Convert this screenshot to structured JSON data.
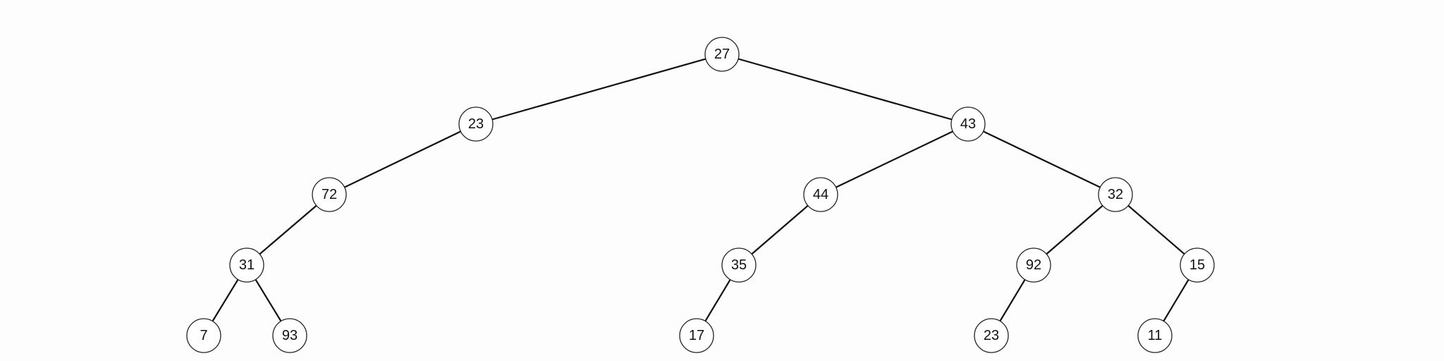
{
  "tree": {
    "value": "27",
    "children": [
      {
        "value": "23",
        "children": [
          {
            "value": "72",
            "children": [
              {
                "value": "31",
                "children": [
                  {
                    "value": "7",
                    "children": []
                  },
                  {
                    "value": "93",
                    "children": []
                  }
                ]
              }
            ]
          }
        ]
      },
      {
        "value": "43",
        "children": [
          {
            "value": "44",
            "children": [
              {
                "value": "35",
                "children": [
                  {
                    "value": "17",
                    "children": []
                  }
                ]
              }
            ]
          },
          {
            "value": "32",
            "children": [
              {
                "value": "92",
                "children": [
                  {
                    "value": "23",
                    "children": []
                  }
                ]
              },
              {
                "value": "15",
                "children": [
                  {
                    "value": "11",
                    "children": []
                  }
                ]
              }
            ]
          }
        ]
      }
    ]
  }
}
